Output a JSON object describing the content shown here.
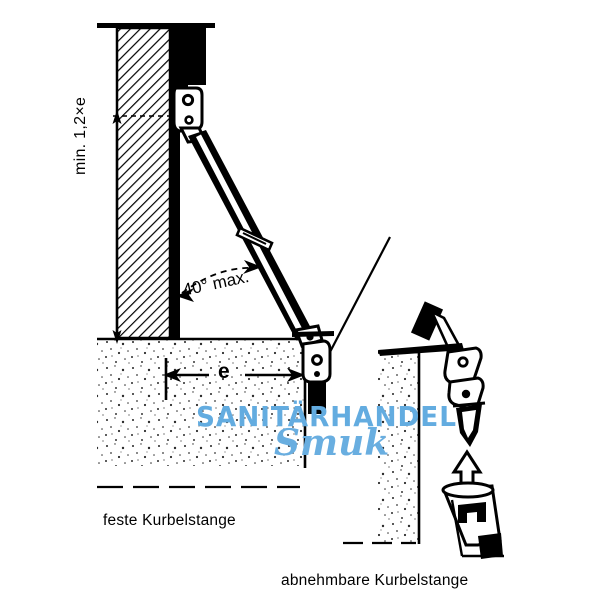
{
  "figure": {
    "title_visible": false,
    "type": "technical-line-drawing",
    "subject": "Kurbelstange mounting geometry for awning / shutter crank rod"
  },
  "dimensions": {
    "vertical_label": "min. 1,2×e",
    "angle_label": "40° max.",
    "offset_label": "e"
  },
  "captions": {
    "left": "feste Kurbelstange",
    "right": "abnehmbare Kurbelstange"
  },
  "watermark": {
    "main": "SANITÄRHANDEL",
    "sub": "Smuk",
    "color": "#63ace0"
  },
  "colors": {
    "ink": "#000000",
    "paper": "#ffffff",
    "watermark_blue": "#63ace0",
    "concrete_stipple": "#2b2b2b"
  },
  "parts": {
    "wall_hatched": "hatched-wall-section",
    "lintel_black": "solid-black-lintel",
    "top_hinge": "upper-pivot-bracket",
    "rod": "crank-rod",
    "rod_collar": "rod-collar-joint",
    "lower_joint": "lower-universal-joint",
    "ground": "concrete-slab",
    "pillar": "concrete-pillar",
    "socket": "removable-rod-socket",
    "insert_arrow": "insertion-direction-arrow",
    "handle": "crank-handle"
  }
}
